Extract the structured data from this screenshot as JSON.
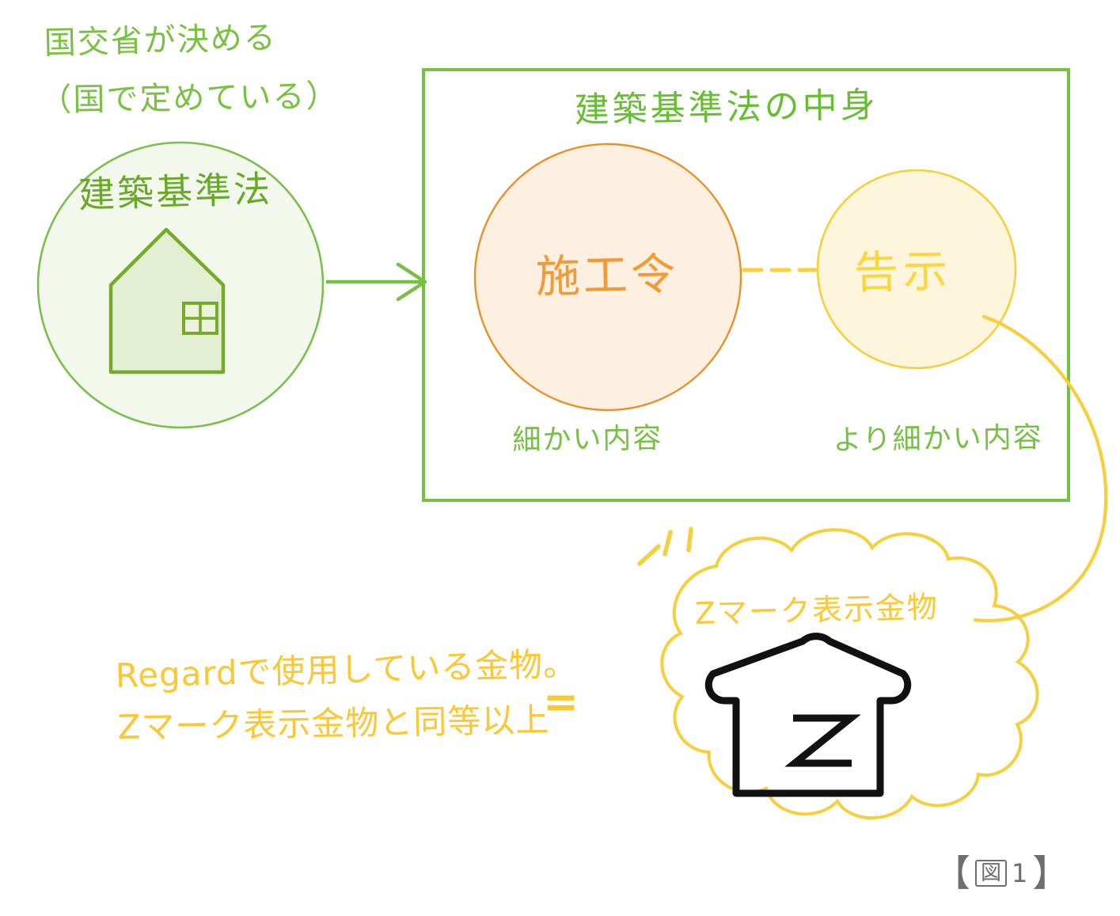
{
  "annotation": {
    "line1": "国交省が決める",
    "line2": "（国で定めている）"
  },
  "green_circle": {
    "label": "建築基準法",
    "icon": "house-icon",
    "fill": "#f3f8ec",
    "stroke": "#7cbf4f"
  },
  "arrow": {
    "name": "flow-arrow",
    "color": "#76c043"
  },
  "box": {
    "title": "建築基準法の中身",
    "border_color": "#76c043",
    "circles": [
      {
        "label": "施工令",
        "caption": "細かい内容",
        "fill": "#fdf0e0",
        "stroke": "#e8912a"
      },
      {
        "label": "告示",
        "caption": "より細かい内容",
        "fill": "#fdf6dc",
        "stroke": "#f6cf3a"
      }
    ],
    "connector": "dashed-connector"
  },
  "cloud": {
    "label": "Zマーク表示金物",
    "stroke": "#f7cf3c",
    "sparkles": 3,
    "zmark": {
      "name": "z-mark-logo",
      "letter": "Z",
      "color": "#111111"
    }
  },
  "note": {
    "line1": "Regardで使用している金物。",
    "line2": "Zマーク表示金物と同等以上",
    "color": "#fcc733"
  },
  "equals": "=",
  "figure": {
    "bracket_left": "【",
    "kanji": "図",
    "number": "1",
    "bracket_right": "】",
    "color": "#6e6e6e"
  }
}
